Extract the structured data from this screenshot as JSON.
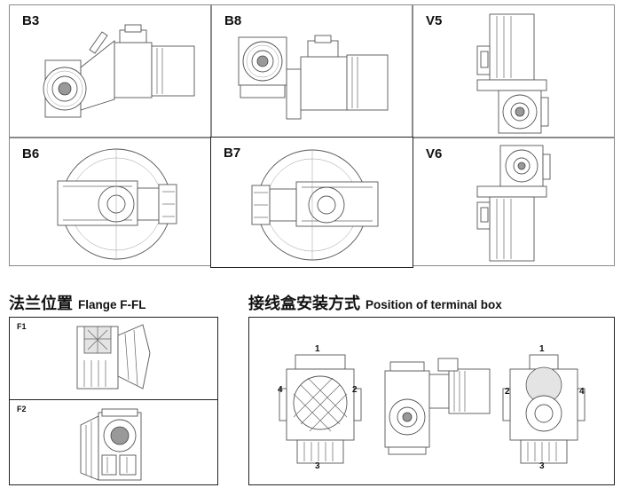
{
  "mounting_positions": [
    {
      "id": "B3",
      "label": "B3"
    },
    {
      "id": "B8",
      "label": "B8"
    },
    {
      "id": "V5",
      "label": "V5"
    },
    {
      "id": "B6",
      "label": "B6"
    },
    {
      "id": "B7",
      "label": "B7"
    },
    {
      "id": "V6",
      "label": "V6"
    }
  ],
  "flange_section": {
    "title_cn": "法兰位置",
    "title_en": "Flange F-FL",
    "items": [
      {
        "label": "F1"
      },
      {
        "label": "F2"
      }
    ]
  },
  "terminal_section": {
    "title_cn": "接线盒安装方式",
    "title_en": "Position of terminal box",
    "left_numbers": {
      "top": "1",
      "right": "2",
      "bottom": "3",
      "left": "4"
    },
    "right_numbers": {
      "top": "1",
      "right": "4",
      "bottom": "3",
      "left": "2"
    }
  }
}
